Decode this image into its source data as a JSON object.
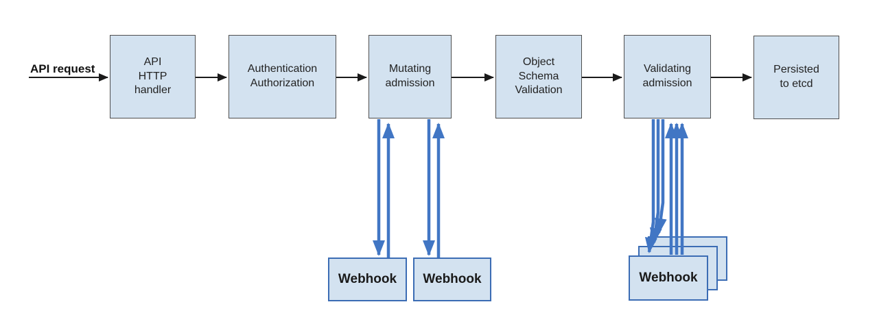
{
  "diagram": {
    "request_label": "API request",
    "nodes": [
      {
        "id": "api-http-handler",
        "label": "API\nHTTP\nhandler"
      },
      {
        "id": "authentication-authorization",
        "label": "Authentication\nAuthorization"
      },
      {
        "id": "mutating-admission",
        "label": "Mutating\nadmission"
      },
      {
        "id": "object-schema-validation",
        "label": "Object\nSchema\nValidation"
      },
      {
        "id": "validating-admission",
        "label": "Validating\nadmission"
      },
      {
        "id": "persisted-to-etcd",
        "label": "Persisted\nto etcd"
      }
    ],
    "webhooks": {
      "mutating": [
        "Webhook",
        "Webhook"
      ],
      "validating": [
        "Webhook",
        "Webhook",
        "Webhook"
      ]
    },
    "colors": {
      "background": "#ffffff",
      "node_fill": "#d3e2f0",
      "node_border": "#4d4d4d",
      "webhook_border": "#3b6cb4",
      "arrow_black": "#1a1a1a",
      "arrow_blue": "#4176c4"
    }
  }
}
